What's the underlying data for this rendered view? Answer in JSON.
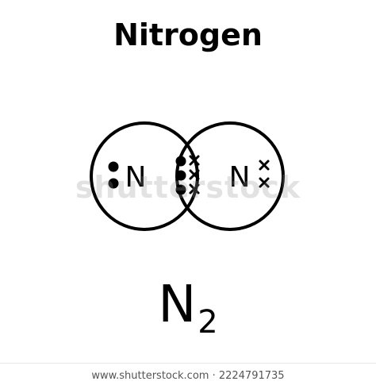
{
  "title": "Nitrogen",
  "atom_left": "N",
  "atom_right": "N",
  "formula": {
    "element": "N",
    "subscript": "2"
  },
  "watermark": "shutterstock",
  "footer": "www.shutterstock.com · 2224791735",
  "colors": {
    "ink": "#000000",
    "background": "#ffffff"
  }
}
